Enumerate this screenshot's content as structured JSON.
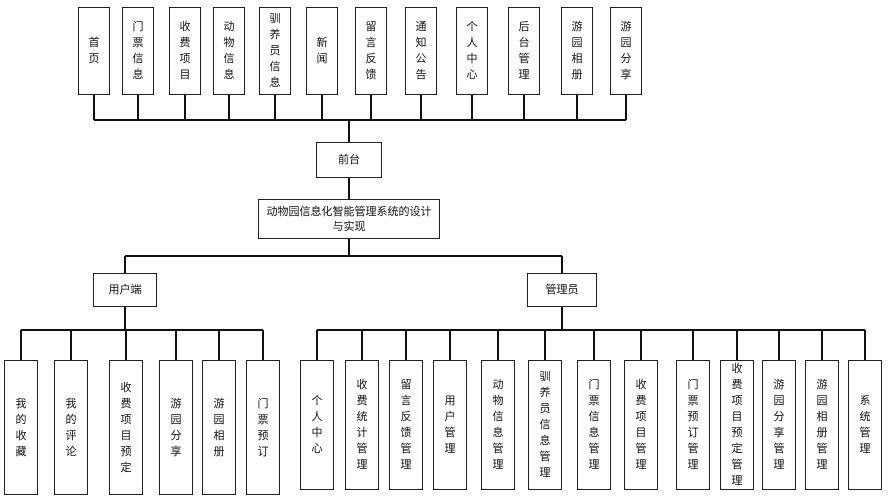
{
  "front": "前台",
  "system": "动物园信息化智能管理系统的设计与实现",
  "user_side": "用户端",
  "admin_side": "管理员",
  "front_items": [
    "首页",
    "门票信息",
    "收费项目",
    "动物信息",
    "驯养员信息",
    "新闻",
    "留言反馈",
    "通知公告",
    "个人中心",
    "后台管理",
    "游园相册",
    "游园分享"
  ],
  "user_items": [
    "我的收藏",
    "我的评论",
    "收费项目预定",
    "游园分享",
    "游园相册",
    "门票预订"
  ],
  "admin_items": [
    "个人中心",
    "收费统计管理",
    "留言反馈管理",
    "用户管理",
    "动物信息管理",
    "驯养员信息管理",
    "门票信息管理",
    "收费项目管理",
    "门票预订管理",
    "收费项目预定管理",
    "游园分享管理",
    "游园相册管理",
    "系统管理"
  ]
}
